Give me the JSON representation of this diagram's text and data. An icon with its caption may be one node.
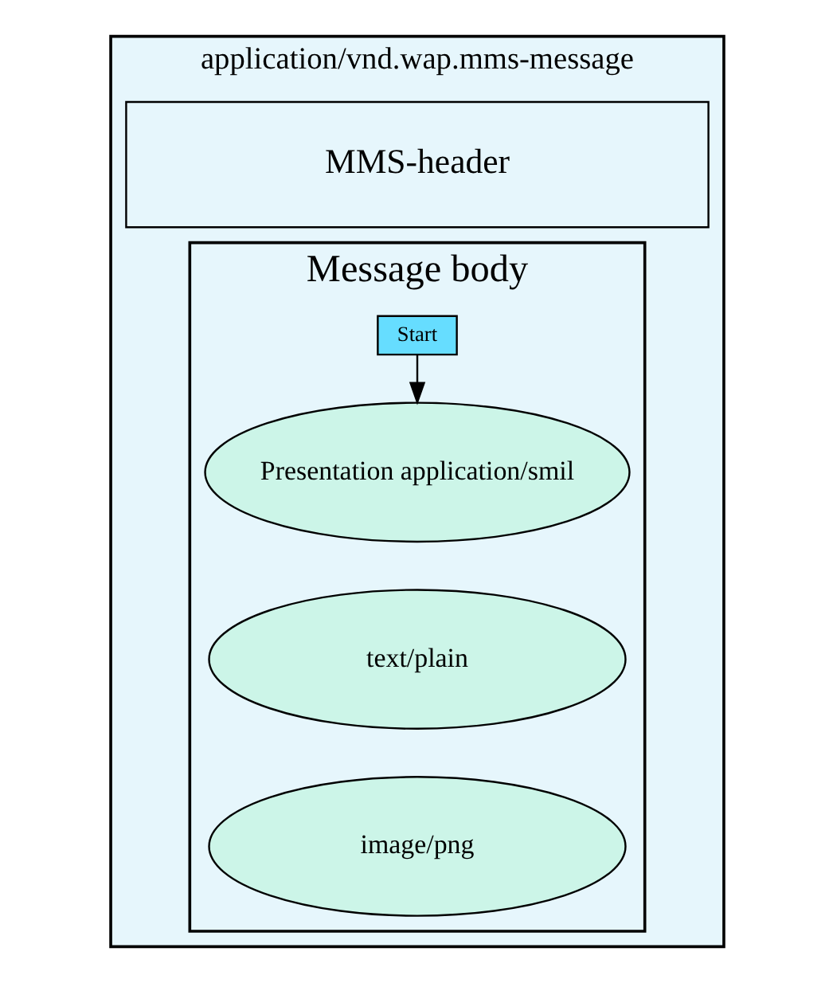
{
  "diagram": {
    "nodes": [
      {
        "text": [
          "application/vnd.wap.mms-message"
        ]
      },
      {
        "text": [
          "MMS-header"
        ],
        "in": 0
      },
      {
        "text": [
          "Message body"
        ],
        "in": 0
      },
      {
        "text": [
          "Start"
        ],
        "in": 2
      },
      {
        "text": [
          "Presentation application/smil"
        ],
        "in": 2
      },
      {
        "text": [
          "text/plain"
        ],
        "in": 2
      },
      {
        "text": [
          "image/png"
        ],
        "in": 2
      }
    ],
    "edges": [
      {
        "from": 3,
        "to": 4,
        "arrow": "to"
      }
    ]
  }
}
